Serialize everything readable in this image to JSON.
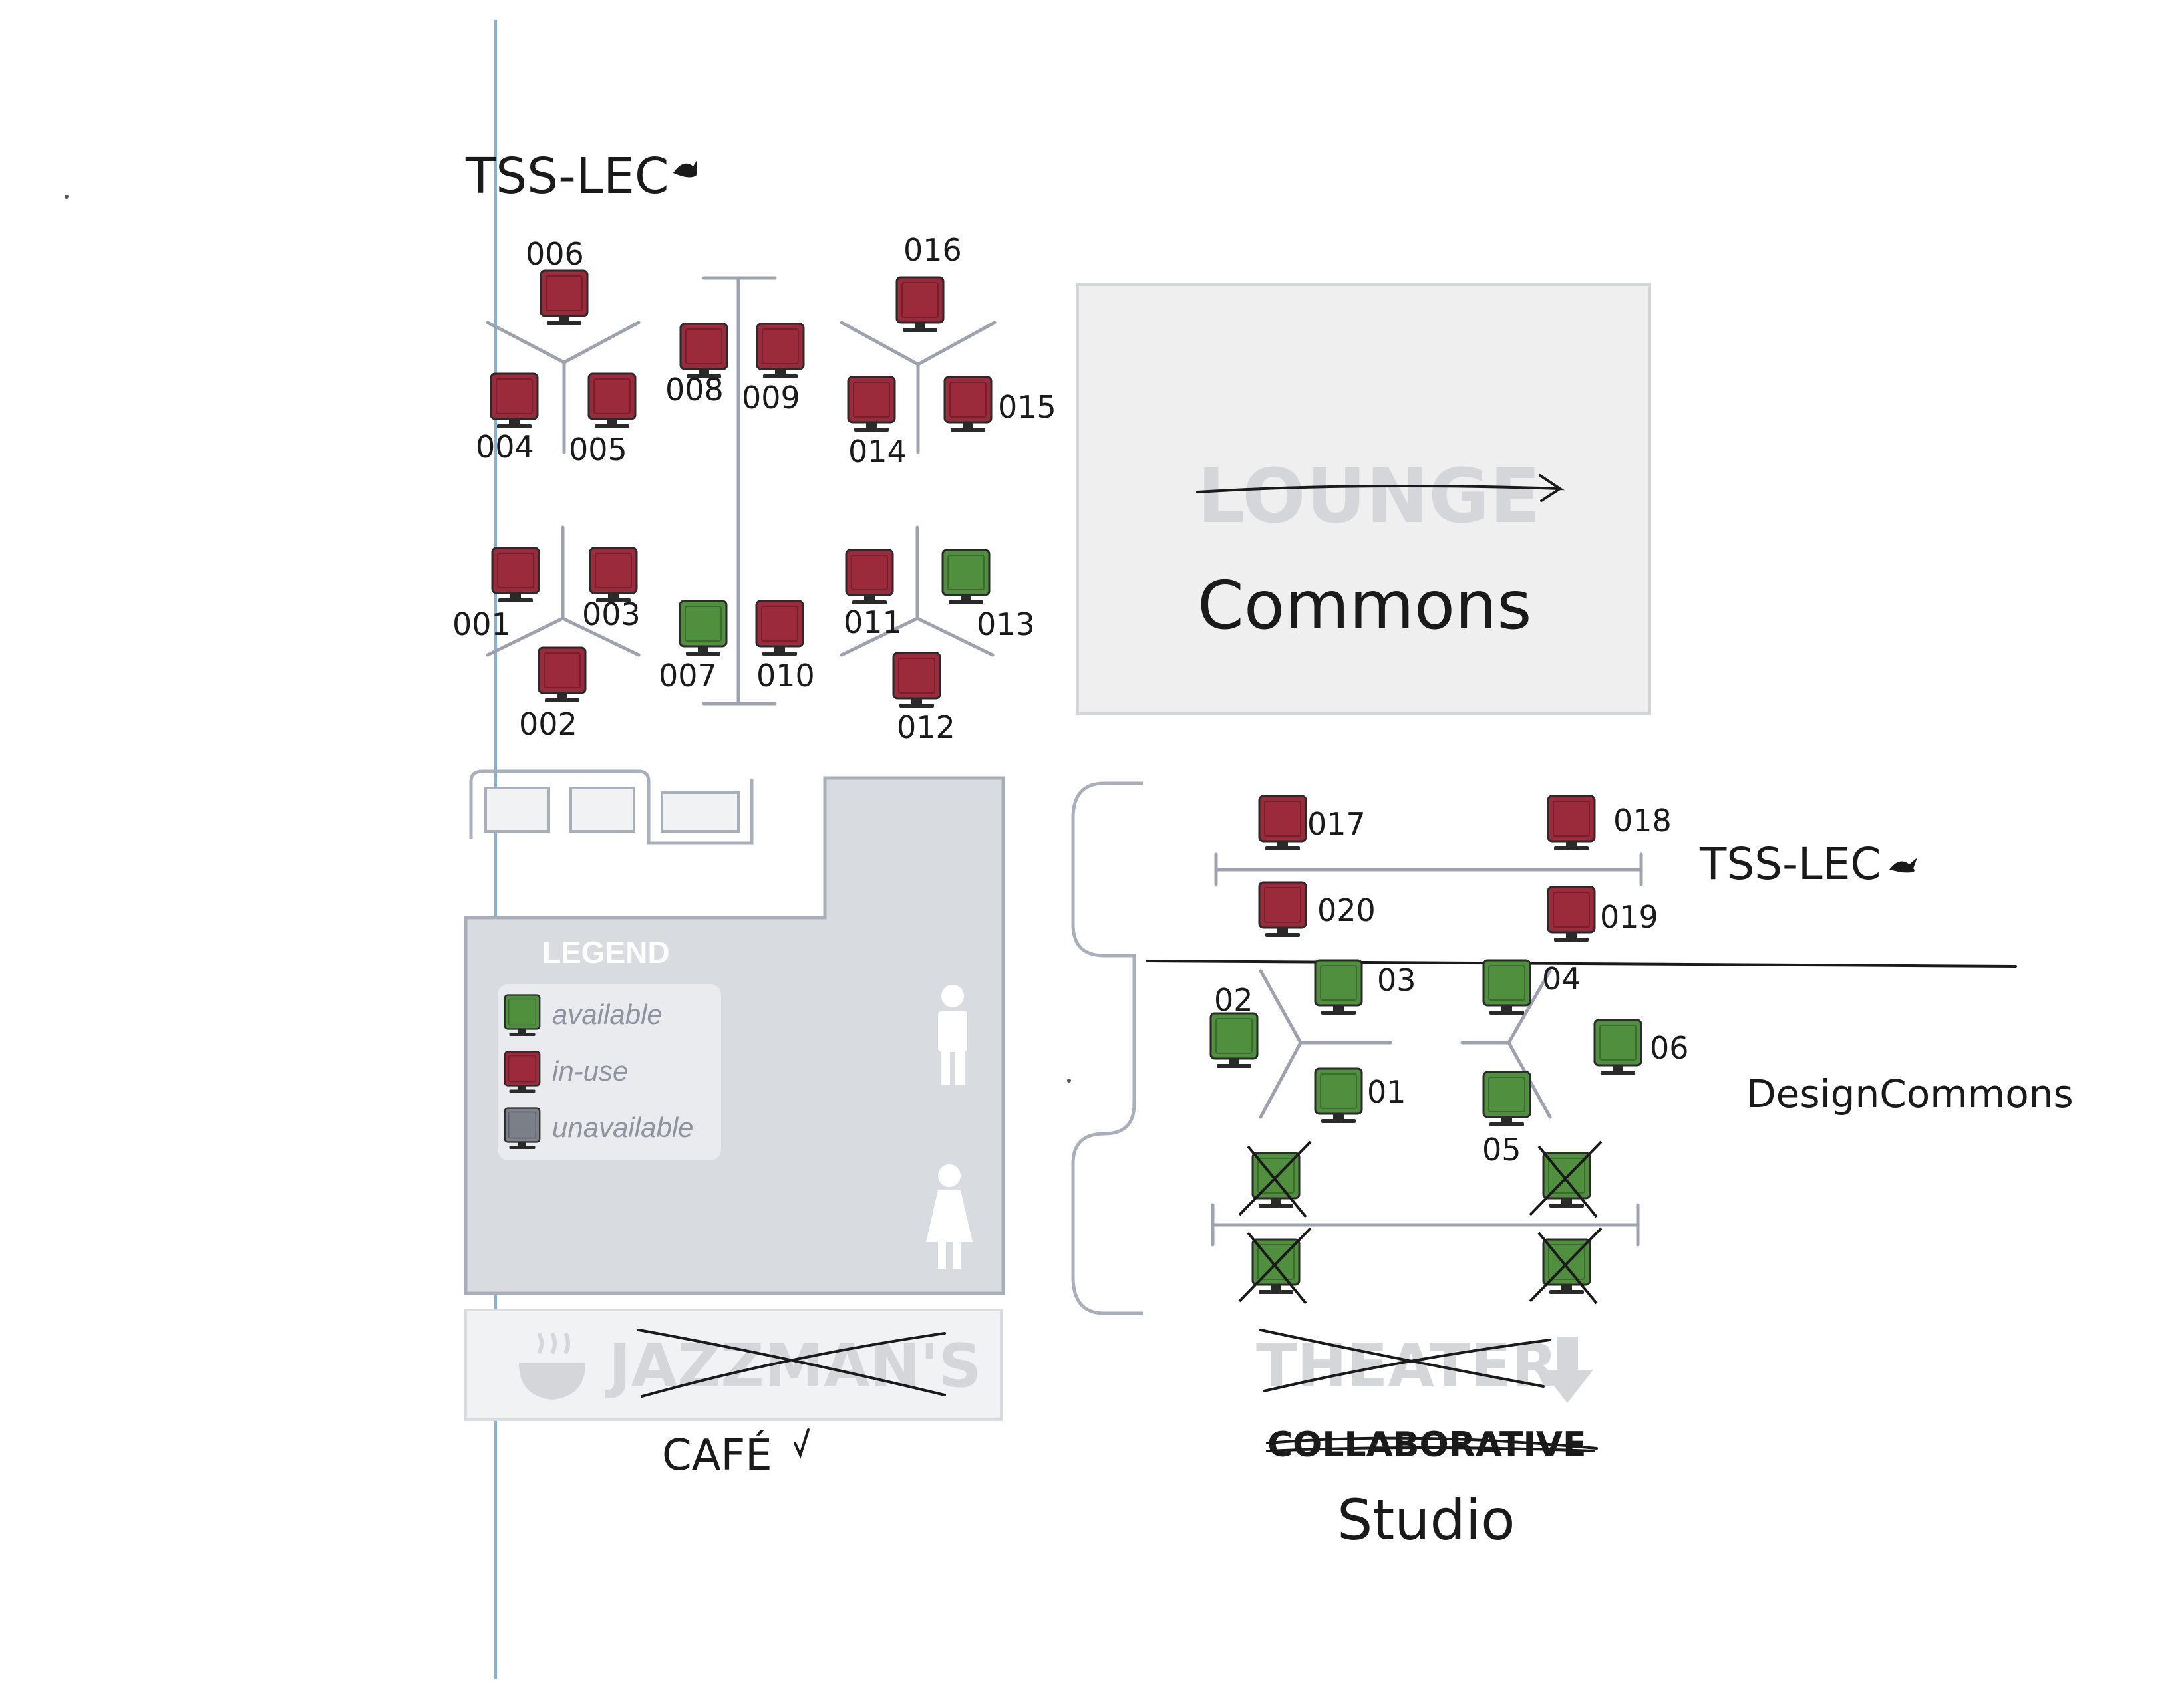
{
  "colors": {
    "available": "#4f8f3e",
    "in_use": "#9b2a3a",
    "unavailable": "#7b7f88",
    "room_fill": "#d8dbe0",
    "room_stroke": "#a9aebb",
    "commons_fill": "#efefef"
  },
  "zones": {
    "top_label": "TSS-LEC",
    "commons_faded": "LOUNGE",
    "commons_label": "Commons",
    "tss_lec_right": "TSS-LEC",
    "design_commons": "DesignCommons",
    "cafe_faded": "JAZZMAN'S",
    "cafe_label": "CAFÉ",
    "theater_faded": "THEATER",
    "collaborative": "COLLABORATIVE",
    "studio": "Studio"
  },
  "legend": {
    "title": "LEGEND",
    "items": [
      {
        "label": "available",
        "status": "available"
      },
      {
        "label": "in-use",
        "status": "in_use"
      },
      {
        "label": "unavailable",
        "status": "unavailable"
      }
    ]
  },
  "workstations": {
    "w006": {
      "label": "006",
      "status": "in_use"
    },
    "w004": {
      "label": "004",
      "status": "in_use"
    },
    "w005": {
      "label": "005",
      "status": "in_use"
    },
    "w008": {
      "label": "008",
      "status": "in_use"
    },
    "w009": {
      "label": "009",
      "status": "in_use"
    },
    "w016": {
      "label": "016",
      "status": "in_use"
    },
    "w014": {
      "label": "014",
      "status": "in_use"
    },
    "w015": {
      "label": "015",
      "status": "in_use"
    },
    "w001": {
      "label": "001",
      "status": "in_use"
    },
    "w003": {
      "label": "003",
      "status": "in_use"
    },
    "w002": {
      "label": "002",
      "status": "in_use"
    },
    "w007": {
      "label": "007",
      "status": "available"
    },
    "w010": {
      "label": "010",
      "status": "in_use"
    },
    "w011": {
      "label": "011",
      "status": "in_use"
    },
    "w013": {
      "label": "013",
      "status": "available"
    },
    "w012": {
      "label": "012",
      "status": "in_use"
    },
    "w017": {
      "label": "017",
      "status": "in_use"
    },
    "w018": {
      "label": "018",
      "status": "in_use"
    },
    "w020": {
      "label": "020",
      "status": "in_use"
    },
    "w019": {
      "label": "019",
      "status": "in_use"
    },
    "d02": {
      "label": "02",
      "status": "available"
    },
    "d03": {
      "label": "03",
      "status": "available"
    },
    "d04": {
      "label": "04",
      "status": "available"
    },
    "d06": {
      "label": "06",
      "status": "available"
    },
    "d01": {
      "label": "01",
      "status": "available"
    },
    "d05": {
      "label": "05",
      "status": "available"
    },
    "s1": {
      "status": "available"
    },
    "s2": {
      "status": "available"
    },
    "s3": {
      "status": "available"
    },
    "s4": {
      "status": "available"
    }
  }
}
